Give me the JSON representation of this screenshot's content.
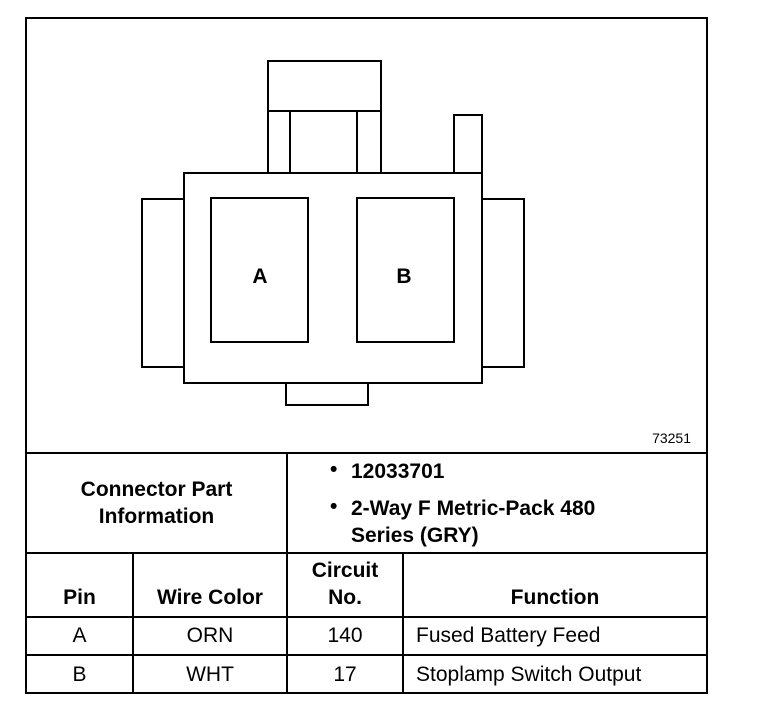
{
  "diagram": {
    "pins": [
      "A",
      "B"
    ],
    "reference_number": "73251"
  },
  "connector_info": {
    "title": "Connector Part Information",
    "items": [
      {
        "bullet": "•",
        "text": "12033701"
      },
      {
        "bullet": "•",
        "text": "2-Way F Metric-Pack 480 Series (GRY)"
      }
    ]
  },
  "table": {
    "headers": [
      "Pin",
      "Wire Color",
      "Circuit No.",
      "Function"
    ],
    "rows": [
      [
        "A",
        "ORN",
        "140",
        "Fused Battery Feed"
      ],
      [
        "B",
        "WHT",
        "17",
        "Stoplamp Switch Output"
      ]
    ]
  }
}
